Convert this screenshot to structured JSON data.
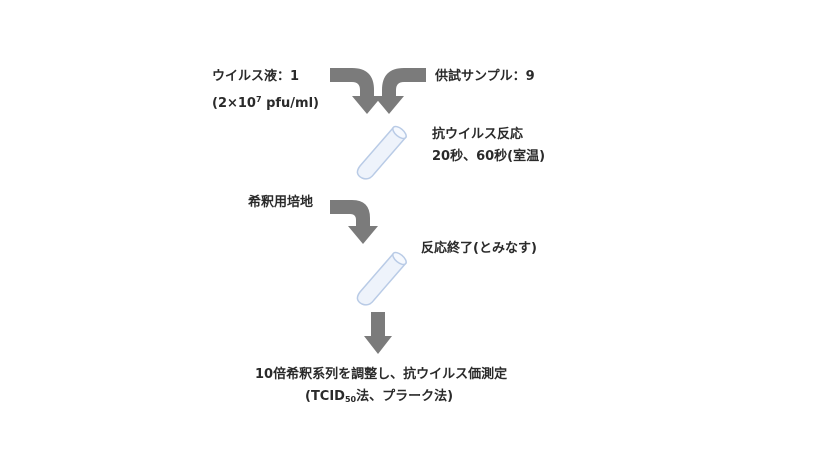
{
  "virus": {
    "label": "ウイルス液：1",
    "conc_prefix": "(2×10",
    "conc_exp": "7",
    "conc_suffix": " pfu/ml)"
  },
  "sample": {
    "label": "供試サンプル：9"
  },
  "reaction": {
    "title": "抗ウイルス反応",
    "time": "20秒、60秒(室温)"
  },
  "medium": {
    "label": "希釈用培地"
  },
  "end": {
    "label": "反応終了(とみなす)"
  },
  "measure": {
    "line1": "10倍希釈系列を調整し、抗ウイルス価測定",
    "line2_prefix": "(TCID",
    "line2_sub": "50",
    "line2_suffix": "法、プラーク法)"
  },
  "colors": {
    "arrow": "#7b7b7b",
    "tube_fill": "#eef3fb",
    "tube_stroke": "#b9cbe6",
    "text": "#2a2a2a"
  }
}
